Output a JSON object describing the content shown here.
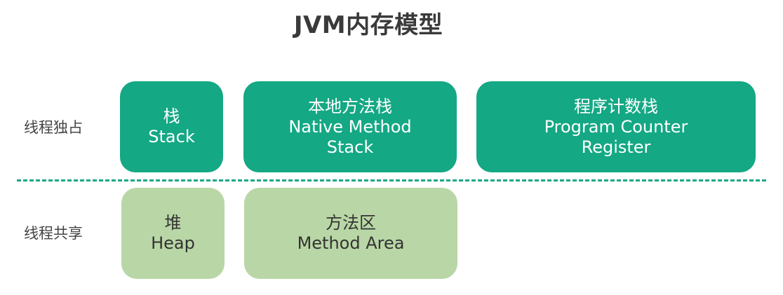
{
  "title": "JVM内存模型",
  "colors": {
    "thread_exclusive_box": "#14a884",
    "thread_shared_box": "#b9d7a6",
    "divider": "#19a886",
    "title_text": "#3a3a3a"
  },
  "rows": {
    "exclusive": {
      "label": "线程独占",
      "boxes": [
        {
          "lines": [
            "栈",
            "Stack"
          ]
        },
        {
          "lines": [
            "本地方法栈",
            "Native Method",
            "Stack"
          ]
        },
        {
          "lines": [
            "程序计数栈",
            "Program Counter",
            "Register"
          ]
        }
      ]
    },
    "shared": {
      "label": "线程共享",
      "boxes": [
        {
          "lines": [
            "堆",
            "Heap"
          ]
        },
        {
          "lines": [
            "方法区",
            "Method Area"
          ]
        }
      ]
    }
  }
}
